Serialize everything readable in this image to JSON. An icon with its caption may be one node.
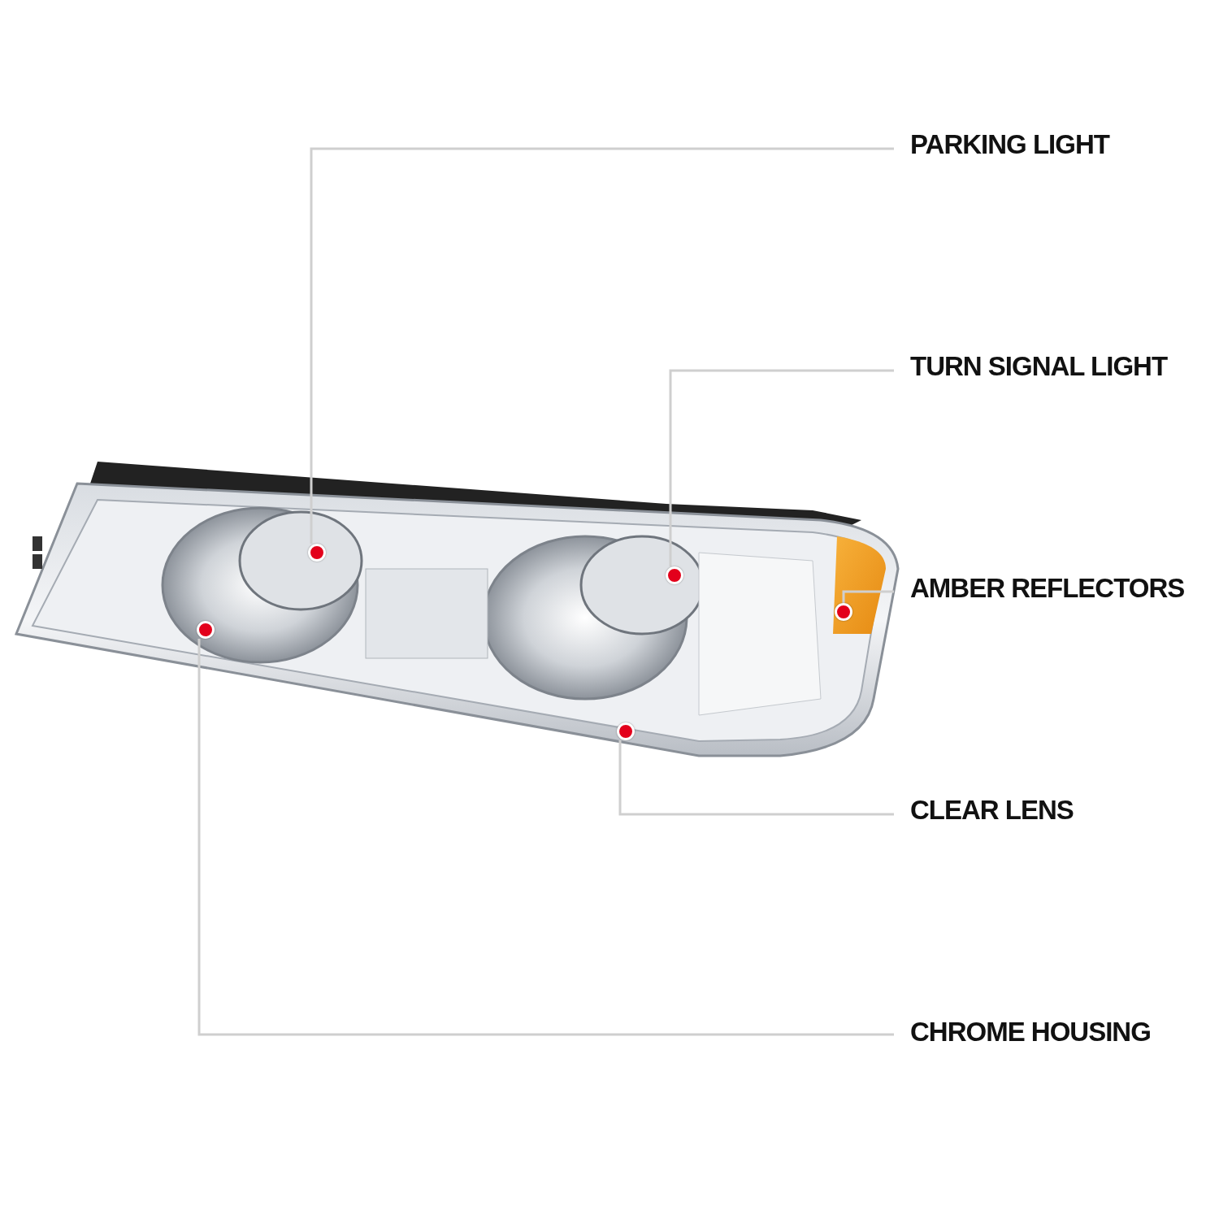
{
  "diagram": {
    "nodes": [
      {
        "text": [
          "PARKING LIGHT"
        ]
      },
      {
        "text": [
          "TURN SIGNAL LIGHT"
        ]
      },
      {
        "text": [
          "AMBER REFLECTORS"
        ]
      },
      {
        "text": [
          "CLEAR LENS"
        ]
      },
      {
        "text": [
          "CHROME HOUSING"
        ]
      },
      {
        "text": [],
        "shape": "circle"
      },
      {
        "text": [],
        "shape": "circle"
      },
      {
        "text": [],
        "shape": "circle"
      },
      {
        "text": [],
        "shape": "circle"
      },
      {
        "text": [],
        "shape": "circle"
      }
    ],
    "edges": [
      {
        "from": 0,
        "to": 5,
        "arrow": "none"
      },
      {
        "from": 1,
        "to": 6,
        "arrow": "none"
      },
      {
        "from": 2,
        "to": 7,
        "arrow": "none"
      },
      {
        "from": 3,
        "to": 8,
        "arrow": "none"
      },
      {
        "from": 4,
        "to": 9,
        "arrow": "none"
      }
    ]
  }
}
